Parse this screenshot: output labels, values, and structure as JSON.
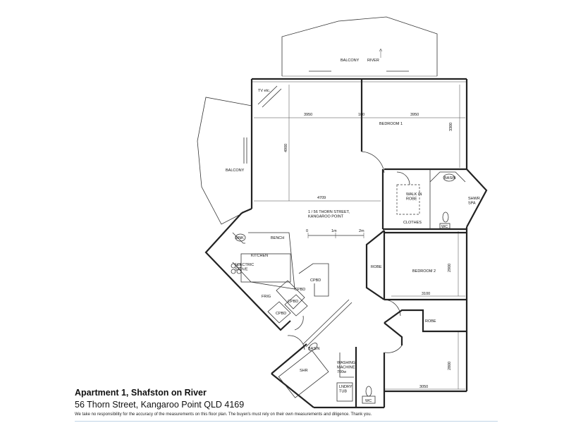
{
  "plan": {
    "rooms": {
      "balcony_top": "BALCONY",
      "river": "RIVER",
      "tv": "TV  etc.",
      "bedroom1": "BEDROOM  1",
      "balcony_left": "BALCONY",
      "walk_in_robe": "WALK  IN\nROBE",
      "basin": "BASIN",
      "shwr_spa": "SHWR\nSPA",
      "clothes": "CLOTHES",
      "wc_bath": "WC",
      "address": "1  /  56  THORN  STREET,\nKANGAROO  POINT",
      "sink": "SINK",
      "bench": "BENCH",
      "kitchen": "KITCHEN",
      "elec_stove": "ELECTRIC\nSTOVE",
      "frig": "FRIG",
      "cpbd_1": "CPBD",
      "cpbd_2": "CPBD",
      "cpbd_3": "CPBD",
      "cpbd_4": "CPBD",
      "robe_left": "ROBE",
      "bedroom2": "BEDROOM  2",
      "robe_right": "ROBE",
      "basin_small": "BASIN",
      "shr": "SHR",
      "washing_machine": "WASHING\nMACHINE\n700w",
      "lndry_tub": "LNDRY\nTUB",
      "wc_laundry": "WC"
    },
    "dimensions": {
      "d3950_left": "3950",
      "d100": "100",
      "d3950_right": "3950",
      "d3300": "3300",
      "d4900": "4900",
      "d4709": "4709",
      "d2900": "2900",
      "d3100": "3100",
      "d2800": "2800",
      "d3050": "3050"
    },
    "scale": {
      "start": "0",
      "mid": "1m",
      "end": "2m"
    }
  },
  "caption": {
    "title": "Apartment 1, Shafston on River",
    "address": "56 Thorn Street, Kangaroo Point QLD 4169",
    "disclaimer": "We take no responsibility for the accuracy of the measurements on this floor plan. The buyer/s must rely on their own measurements and diligence. Thank you."
  }
}
